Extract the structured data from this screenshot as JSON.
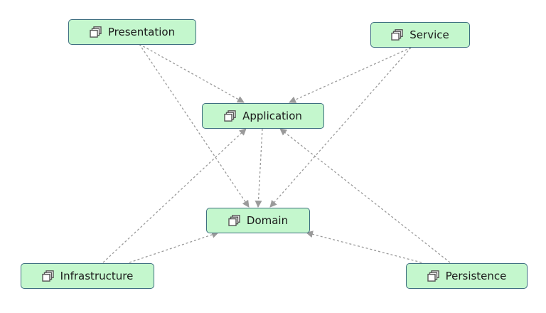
{
  "diagram": {
    "nodes": [
      {
        "id": "presentation",
        "label": "Presentation",
        "icon": "package-icon"
      },
      {
        "id": "service",
        "label": "Service",
        "icon": "package-icon"
      },
      {
        "id": "application",
        "label": "Application",
        "icon": "package-icon"
      },
      {
        "id": "domain",
        "label": "Domain",
        "icon": "package-icon"
      },
      {
        "id": "infrastructure",
        "label": "Infrastructure",
        "icon": "package-icon"
      },
      {
        "id": "persistence",
        "label": "Persistence",
        "icon": "package-icon"
      }
    ],
    "edges": [
      {
        "from": "presentation",
        "to": "application"
      },
      {
        "from": "presentation",
        "to": "domain"
      },
      {
        "from": "service",
        "to": "application"
      },
      {
        "from": "service",
        "to": "domain"
      },
      {
        "from": "application",
        "to": "domain"
      },
      {
        "from": "infrastructure",
        "to": "application"
      },
      {
        "from": "infrastructure",
        "to": "domain"
      },
      {
        "from": "persistence",
        "to": "application"
      },
      {
        "from": "persistence",
        "to": "domain"
      }
    ],
    "colors": {
      "node_fill": "#c4f7cd",
      "node_border": "#3d6e80",
      "edge": "#9a9a9a"
    }
  }
}
